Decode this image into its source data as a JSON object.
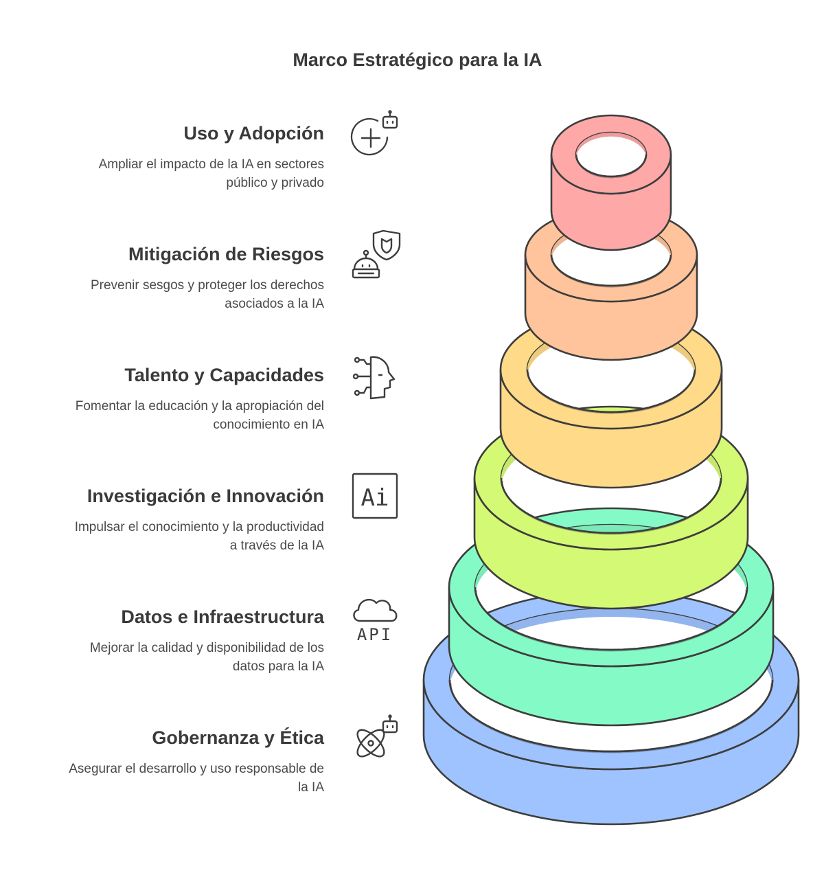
{
  "title": "Marco Estratégico para la IA",
  "items": [
    {
      "title": "Uso y Adopción",
      "desc_l1": "Ampliar el impacto de la IA en sectores",
      "desc_l2": "público y privado",
      "icon": "robot-plus-icon",
      "color": "#FFA8A8"
    },
    {
      "title": "Mitigación de Riesgos",
      "desc_l1": "Prevenir sesgos y proteger los derechos",
      "desc_l2": "asociados a la IA",
      "icon": "robot-shield-icon",
      "color": "#FFC49B"
    },
    {
      "title": "Talento y Capacidades",
      "desc_l1": "Fomentar la educación y la apropiación del",
      "desc_l2": "conocimiento en IA",
      "icon": "ai-head-icon",
      "color": "#FFDA88"
    },
    {
      "title": "Investigación e Innovación",
      "desc_l1": "Impulsar el conocimiento y la productividad",
      "desc_l2": "a través de la IA",
      "icon": "ai-box-icon",
      "icon_text": "Ai",
      "color": "#D4F974"
    },
    {
      "title": "Datos e Infraestructura",
      "desc_l1": "Mejorar la calidad y disponibilidad de los",
      "desc_l2": "datos para la IA",
      "icon": "cloud-api-icon",
      "icon_text": "API",
      "color": "#84FBC6"
    },
    {
      "title": "Gobernanza y Ética",
      "desc_l1": "Asegurar el desarrollo y uso responsable de",
      "desc_l2": "la IA",
      "icon": "robot-orbit-icon",
      "color": "#9EC3FF"
    }
  ],
  "stroke_color": "#3d3d3d"
}
